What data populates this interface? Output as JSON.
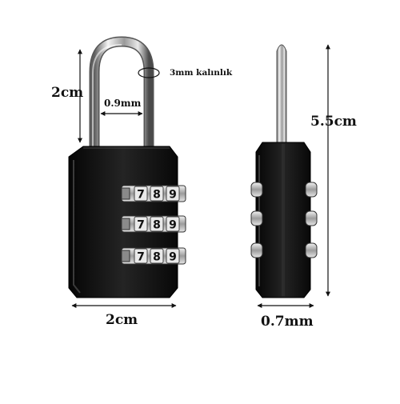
{
  "product": {
    "colors": {
      "body": "#141414",
      "dial_metal": "#d9d9d9",
      "digit": "#111111"
    },
    "dial_rows": [
      [
        "7",
        "8",
        "9"
      ],
      [
        "7",
        "8",
        "9"
      ],
      [
        "7",
        "8",
        "9"
      ]
    ]
  },
  "dimensions": {
    "shackle_height": "2cm",
    "shackle_gap": "0.9mm",
    "shackle_thickness_note": "3mm kalınlık",
    "total_height": "5.5cm",
    "body_width": "2cm",
    "body_depth": "0.7mm"
  }
}
